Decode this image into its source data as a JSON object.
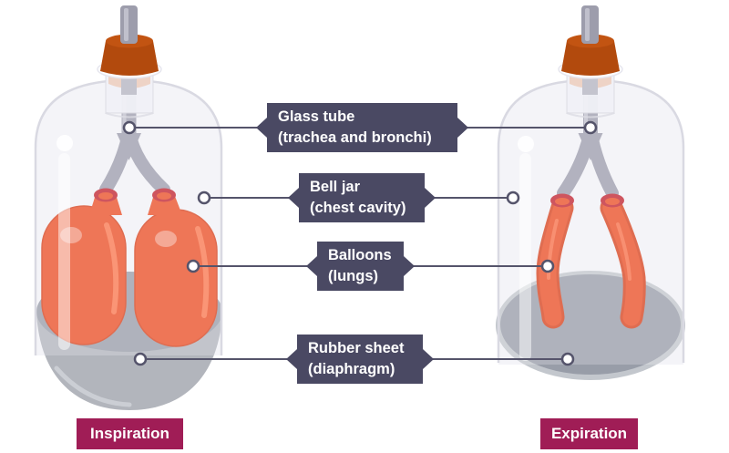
{
  "colors": {
    "background": "#ffffff",
    "label_bg": "#4a4963",
    "label_text": "#ffffff",
    "connector": "#55546b",
    "badge_bg": "#a01d56",
    "badge_text": "#ffffff",
    "balloon_orange": "#ed4c22",
    "balloon_outline": "#d8401a",
    "balloon_highlight": "#ff7e52",
    "ring_red": "#c2202d",
    "cork_body": "#b24a0d",
    "cork_top": "#c25412",
    "cork_inner": "#eab99c",
    "rod_grey": "#9d9dac",
    "rod_highlight": "#c9c9d4",
    "glass_fill": "#f1f1f6",
    "glass_border": "#d9d9e2",
    "sheet_dark": "#989da8",
    "sheet_light": "#b2b5bc",
    "sheet_rim": "#c3c7cd"
  },
  "labels": [
    {
      "id": "glass-tube",
      "line1": "Glass tube",
      "line2": "(trachea and bronchi)"
    },
    {
      "id": "bell-jar",
      "line1": "Bell jar",
      "line2": "(chest cavity)"
    },
    {
      "id": "balloons",
      "line1": "Balloons",
      "line2": "(lungs)"
    },
    {
      "id": "rubber-sheet",
      "line1": "Rubber sheet",
      "line2": "(diaphragm)"
    }
  ],
  "captions": {
    "left": "Inspiration",
    "right": "Expiration"
  }
}
